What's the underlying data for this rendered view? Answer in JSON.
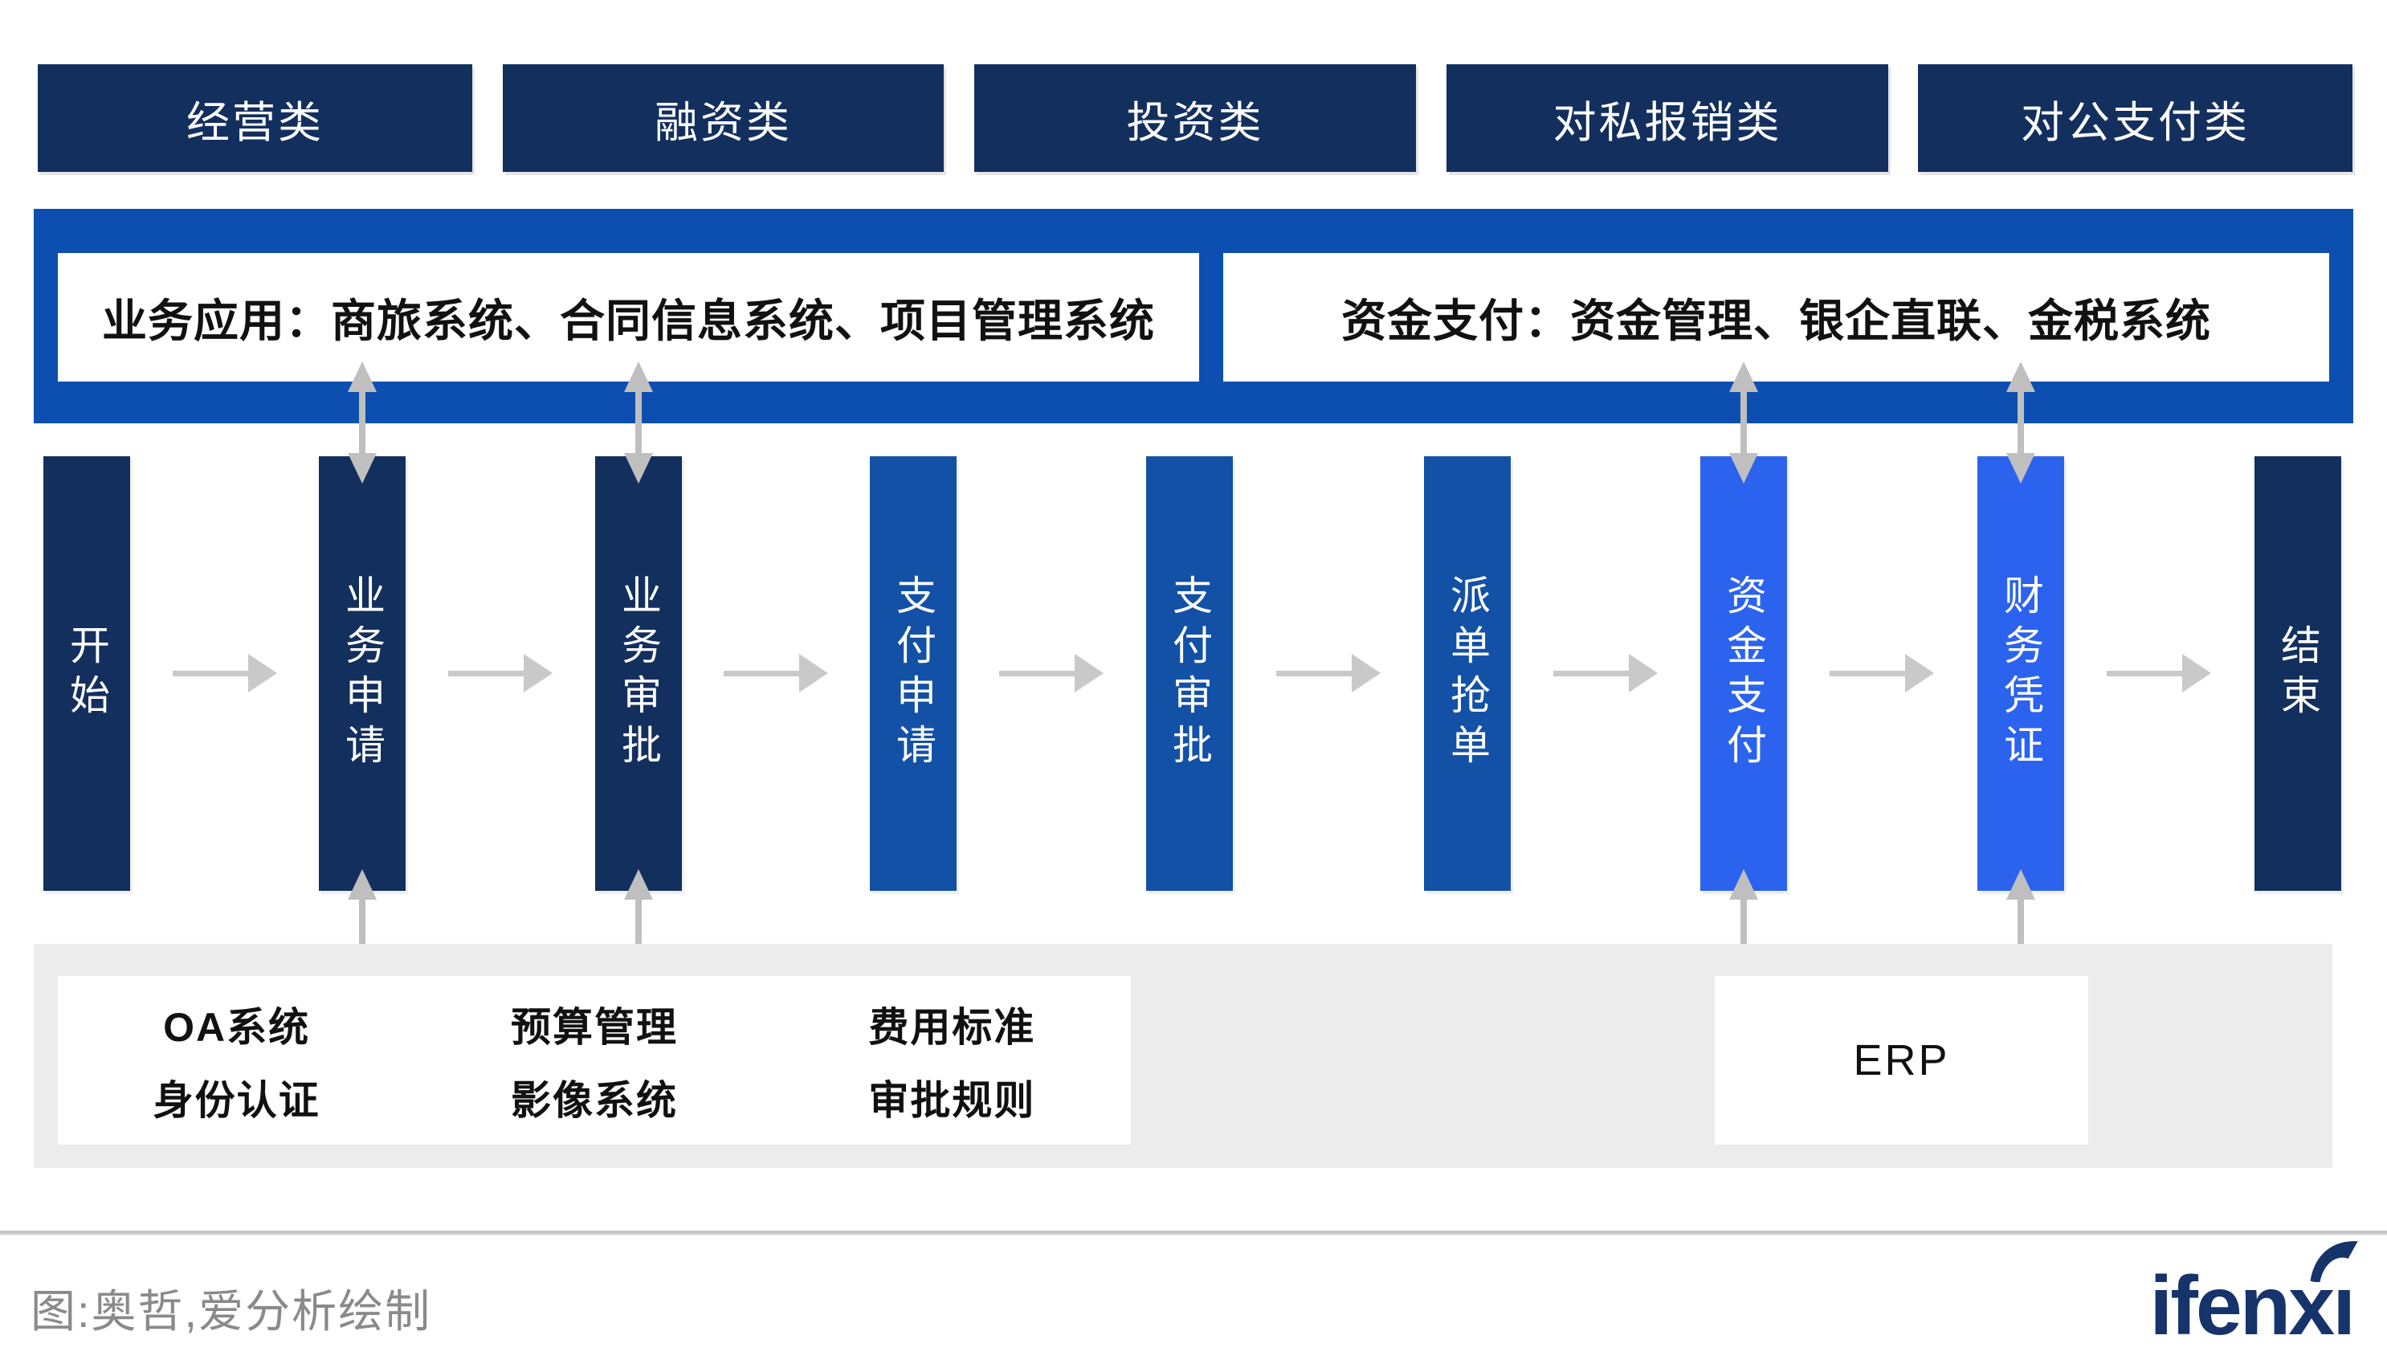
{
  "colors": {
    "navy": "#132F5E",
    "medium_blue": "#1351A6",
    "bright_blue": "#2B63EE",
    "band_blue": "#0D4FB0",
    "arrow_gray": "#C9C9C9",
    "panel_gray": "#ECECEC",
    "box_white": "#FFFFFF",
    "text_dark": "#111111",
    "caption_gray": "#8A8A8A",
    "logo_navy": "#16336B"
  },
  "categories": [
    {
      "label": "经营类"
    },
    {
      "label": "融资类"
    },
    {
      "label": "投资类"
    },
    {
      "label": "对私报销类"
    },
    {
      "label": "对公支付类"
    }
  ],
  "application_band": {
    "left_box_label": "业务应用：商旅系统、合同信息系统、项目管理系统",
    "right_box_label": "资金支付：资金管理、银企直联、金税系统"
  },
  "flow": {
    "steps": [
      {
        "label": "开始",
        "color": "navy"
      },
      {
        "label": "业务申请",
        "color": "navy"
      },
      {
        "label": "业务审批",
        "color": "navy"
      },
      {
        "label": "支付申请",
        "color": "medium_blue"
      },
      {
        "label": "支付审批",
        "color": "medium_blue"
      },
      {
        "label": "派单抢单",
        "color": "medium_blue"
      },
      {
        "label": "资金支付",
        "color": "bright_blue"
      },
      {
        "label": "财务凭证",
        "color": "bright_blue"
      },
      {
        "label": "结束",
        "color": "navy"
      }
    ]
  },
  "support_panel": {
    "left_box": {
      "row1": [
        "OA系统",
        "预算管理",
        "费用标准"
      ],
      "row2": [
        "身份认证",
        "影像系统",
        "审批规则"
      ]
    },
    "erp_label": "ERP"
  },
  "footer": {
    "caption": "图:奥哲,爱分析绘制",
    "logo_text": "ifenxi",
    "logo_render_main": "ifenx",
    "logo_render_last": "ı"
  },
  "icons": {
    "logo_swoosh": "ifenxi-swoosh"
  }
}
